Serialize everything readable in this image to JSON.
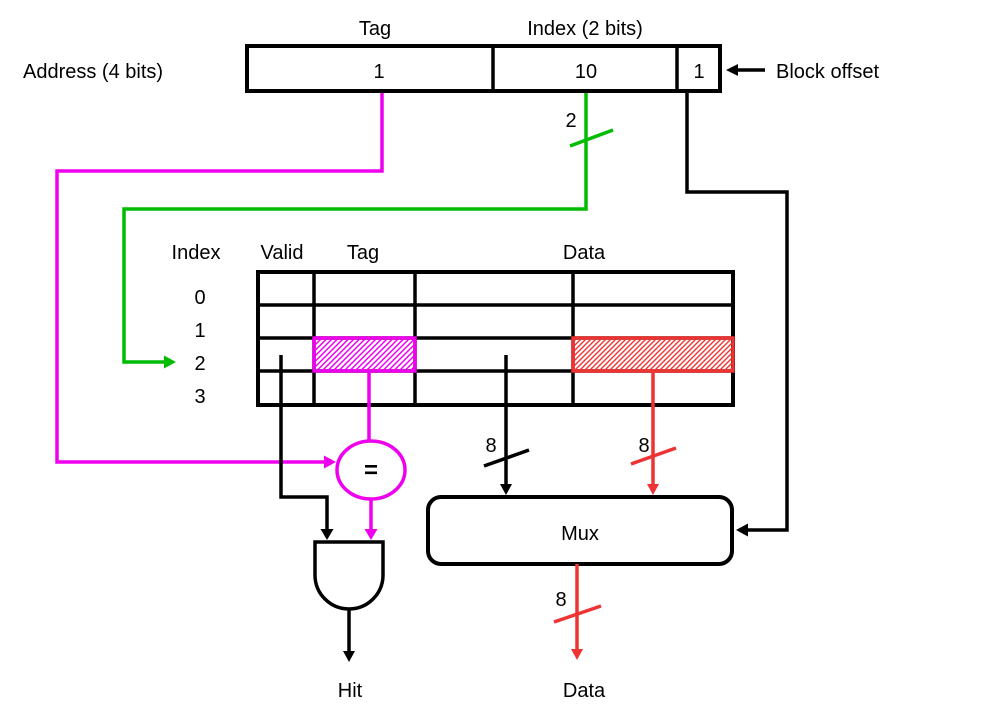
{
  "colors": {
    "magenta": "#EE00EE",
    "green": "#00BB00",
    "red": "#EE3333",
    "black": "#000000"
  },
  "address": {
    "label": "Address (4 bits)",
    "tag_header": "Tag",
    "index_header": "Index (2 bits)",
    "tag_value": "1",
    "index_value": "10",
    "offset_value": "1",
    "block_offset_label": "Block offset",
    "index_bus_width": "2"
  },
  "cache_table": {
    "headers": {
      "index": "Index",
      "valid": "Valid",
      "tag": "Tag",
      "data": "Data"
    },
    "row_labels": [
      "0",
      "1",
      "2",
      "3"
    ]
  },
  "comparator": {
    "symbol": "="
  },
  "mux": {
    "label": "Mux"
  },
  "buses": {
    "word0_width": "8",
    "word1_width": "8",
    "output_width": "8"
  },
  "outputs": {
    "hit_label": "Hit",
    "data_label": "Data"
  }
}
